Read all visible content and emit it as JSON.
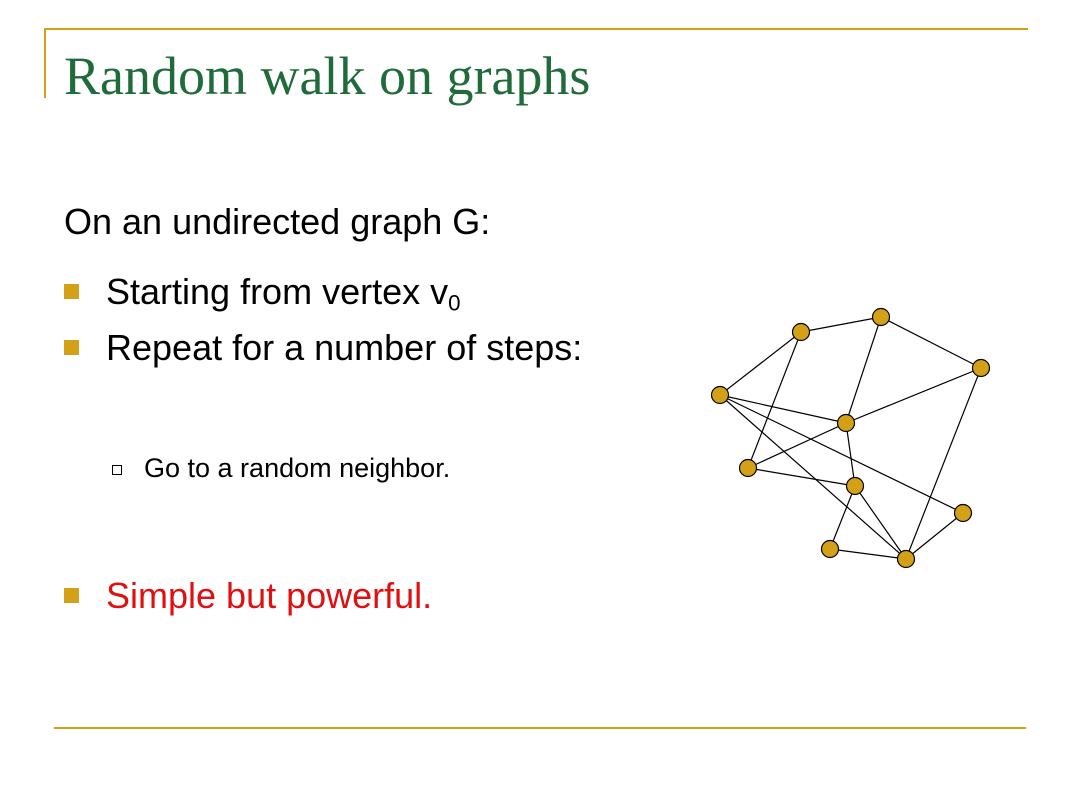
{
  "slide": {
    "title": "Random walk on graphs",
    "intro": "On an undirected graph G:",
    "bullets": [
      {
        "text": "Starting from vertex v",
        "subscript": "0"
      },
      {
        "text": "Repeat for a number of steps:"
      },
      {
        "text": "Simple but powerful.",
        "color": "#E01010"
      }
    ],
    "sub_bullets": [
      {
        "text": "Go to a random neighbor."
      }
    ]
  },
  "graph": {
    "node_color": "#D4A017",
    "edge_color": "#000000",
    "nodes": [
      "a",
      "b",
      "c",
      "d",
      "e",
      "f",
      "g",
      "h",
      "i",
      "j"
    ],
    "edges": [
      [
        "a",
        "b"
      ],
      [
        "b",
        "c"
      ],
      [
        "c",
        "d"
      ],
      [
        "c",
        "e"
      ],
      [
        "e",
        "f"
      ],
      [
        "f",
        "g"
      ],
      [
        "g",
        "h"
      ],
      [
        "h",
        "i"
      ],
      [
        "i",
        "j"
      ],
      [
        "j",
        "a"
      ],
      [
        "a",
        "i"
      ],
      [
        "a",
        "e"
      ],
      [
        "b",
        "f"
      ],
      [
        "e",
        "d"
      ],
      [
        "e",
        "g"
      ],
      [
        "g",
        "i"
      ],
      [
        "d",
        "i"
      ]
    ]
  }
}
